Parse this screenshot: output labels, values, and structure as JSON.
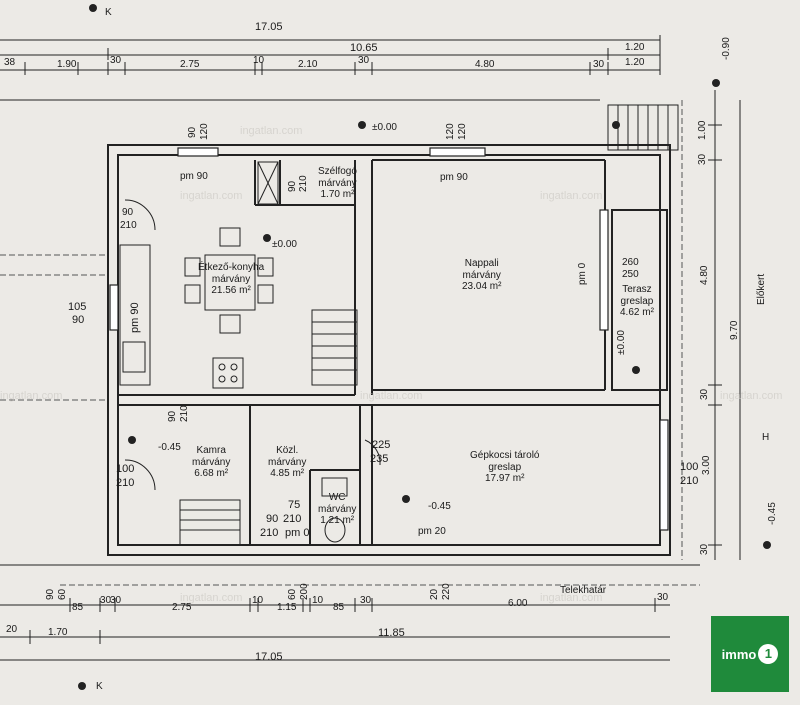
{
  "dimensions": {
    "top_total": "17.05",
    "top_mid": "10.65",
    "top_right_a": "1.20",
    "top_right_b": "1.20",
    "top_chain": [
      "38",
      "1.90",
      "30",
      "2.75",
      "10",
      "2.10",
      "30",
      "4.80",
      "30"
    ],
    "bottom_total_1": "17.05",
    "bottom_total_2": "11.85",
    "bottom_chain": [
      "20",
      "1.70",
      "30",
      "85",
      "30",
      "2.75",
      "10",
      "1.15",
      "10",
      "85",
      "30",
      "6.00",
      "30"
    ],
    "right_chain": [
      "-0.90",
      "1.00",
      "30",
      "4.80",
      "9.70",
      "30",
      "3.00",
      "30"
    ],
    "window_labels": [
      "90",
      "120",
      "120",
      "120",
      "90",
      "210",
      "100",
      "210",
      "260",
      "250",
      "105",
      "90",
      "90",
      "210",
      "225",
      "235",
      "100",
      "210",
      "75",
      "210",
      "90",
      "210",
      "60",
      "200",
      "20",
      "220",
      "90",
      "60"
    ]
  },
  "rooms": {
    "szelfogo": {
      "name": "Szélfogó",
      "floor": "márvány",
      "area": "1.70 m²"
    },
    "etkezo": {
      "name": "Étkező-konyha",
      "floor": "márvány",
      "area": "21.56 m²"
    },
    "nappali": {
      "name": "Nappali",
      "floor": "márvány",
      "area": "23.04 m²"
    },
    "terasz": {
      "name": "Terasz",
      "floor": "greslap",
      "area": "4.62 m²"
    },
    "kamra": {
      "name": "Kamra",
      "floor": "márvány",
      "area": "6.68 m²"
    },
    "kozl": {
      "name": "Közl.",
      "floor": "márvány",
      "area": "4.85 m²"
    },
    "wc": {
      "name": "WC",
      "floor": "márvány",
      "area": "1.21 m²"
    },
    "garazs": {
      "name": "Gépkocsi tároló",
      "floor": "greslap",
      "area": "17.97 m²"
    }
  },
  "levels": {
    "main": "±0.00",
    "main2": "±0.00",
    "terrace": "±0.00",
    "kamra": "-0.45",
    "garage": "-0.45",
    "right": "-0.45"
  },
  "labels": {
    "pm90_a": "pm 90",
    "pm90_b": "pm 90",
    "pm90_c": "pm 90",
    "pm0_a": "pm 0",
    "pm0_b": "pm 0",
    "pm20": "pm 20",
    "telekhatar": "Telekhatár",
    "elokert": "Előkert",
    "north_k_top": "K",
    "north_k_bottom": "K",
    "h_marker": "H",
    "watermark": "ingatlan.com"
  },
  "logo": {
    "text": "immo",
    "num": "1",
    "color": "#1f8a3b"
  }
}
